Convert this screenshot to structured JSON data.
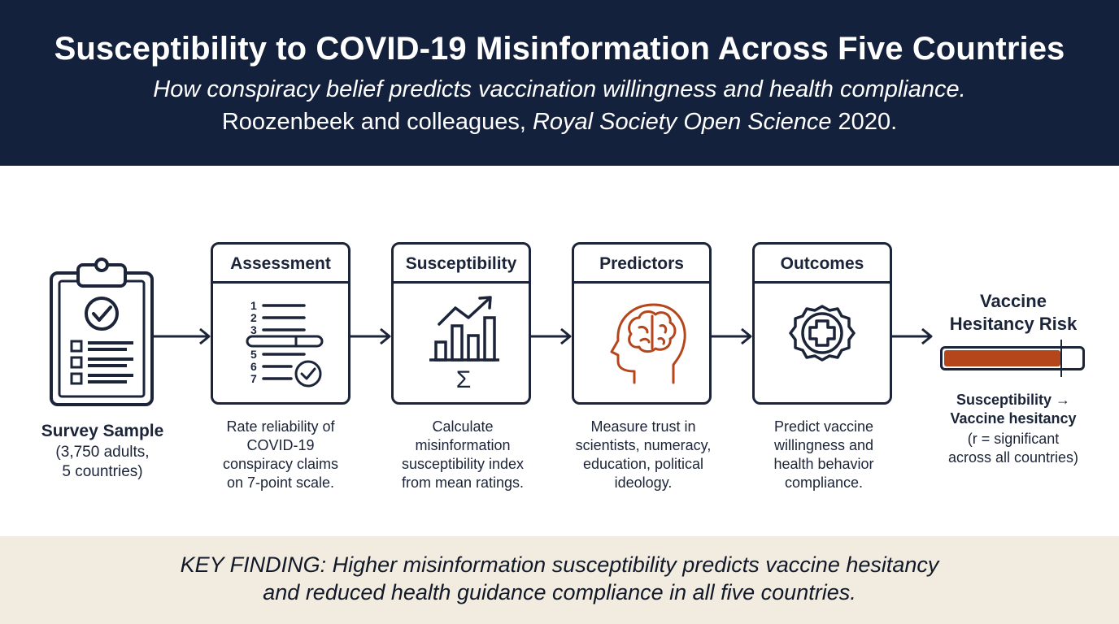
{
  "header": {
    "title": "Susceptibility to COVID-19 Misinformation Across Five Countries",
    "subtitle": "How conspiracy belief predicts vaccination willingness and health compliance.",
    "citation_authors": "Roozenbeek and colleagues, ",
    "citation_journal": "Royal Society Open Science",
    "citation_year": " 2020."
  },
  "survey": {
    "icon": "clipboard-checklist-icon",
    "title": "Survey Sample",
    "line1": "(3,750 adults,",
    "line2": "5 countries)"
  },
  "steps": [
    {
      "title": "Assessment",
      "icon": "rating-scale-icon",
      "scale_numbers": [
        "1",
        "2",
        "3",
        "5",
        "6",
        "7"
      ],
      "desc_lines": [
        "Rate reliability of",
        "COVID-19",
        "conspiracy claims",
        "on 7-point scale."
      ]
    },
    {
      "title": "Susceptibility",
      "icon": "bar-chart-sigma-icon",
      "symbol": "Σ",
      "desc_lines": [
        "Calculate",
        "misinformation",
        "susceptibility index",
        "from mean ratings."
      ]
    },
    {
      "title": "Predictors",
      "icon": "head-brain-icon",
      "desc_lines": [
        "Measure trust in",
        "scientists, numeracy,",
        "education, political",
        "ideology."
      ]
    },
    {
      "title": "Outcomes",
      "icon": "medical-cross-badge-icon",
      "desc_lines": [
        "Predict vaccine",
        "willingness and",
        "health behavior",
        "compliance."
      ]
    }
  ],
  "risk": {
    "title_line1": "Vaccine",
    "title_line2": "Hesitancy Risk",
    "level": 0.85,
    "bar_color": "#b5461c",
    "line1": "Susceptibility →",
    "line2": "Vaccine hesitancy",
    "line3": "(r = significant",
    "line4": "across all countries)"
  },
  "footer": {
    "line1": "KEY FINDING: Higher misinformation susceptibility predicts vaccine hesitancy",
    "line2": "and reduced health guidance compliance in all five countries."
  },
  "colors": {
    "navy": "#14213d",
    "ink": "#1b2438",
    "accent": "#b5461c",
    "footer_bg": "#f1ebe0"
  }
}
